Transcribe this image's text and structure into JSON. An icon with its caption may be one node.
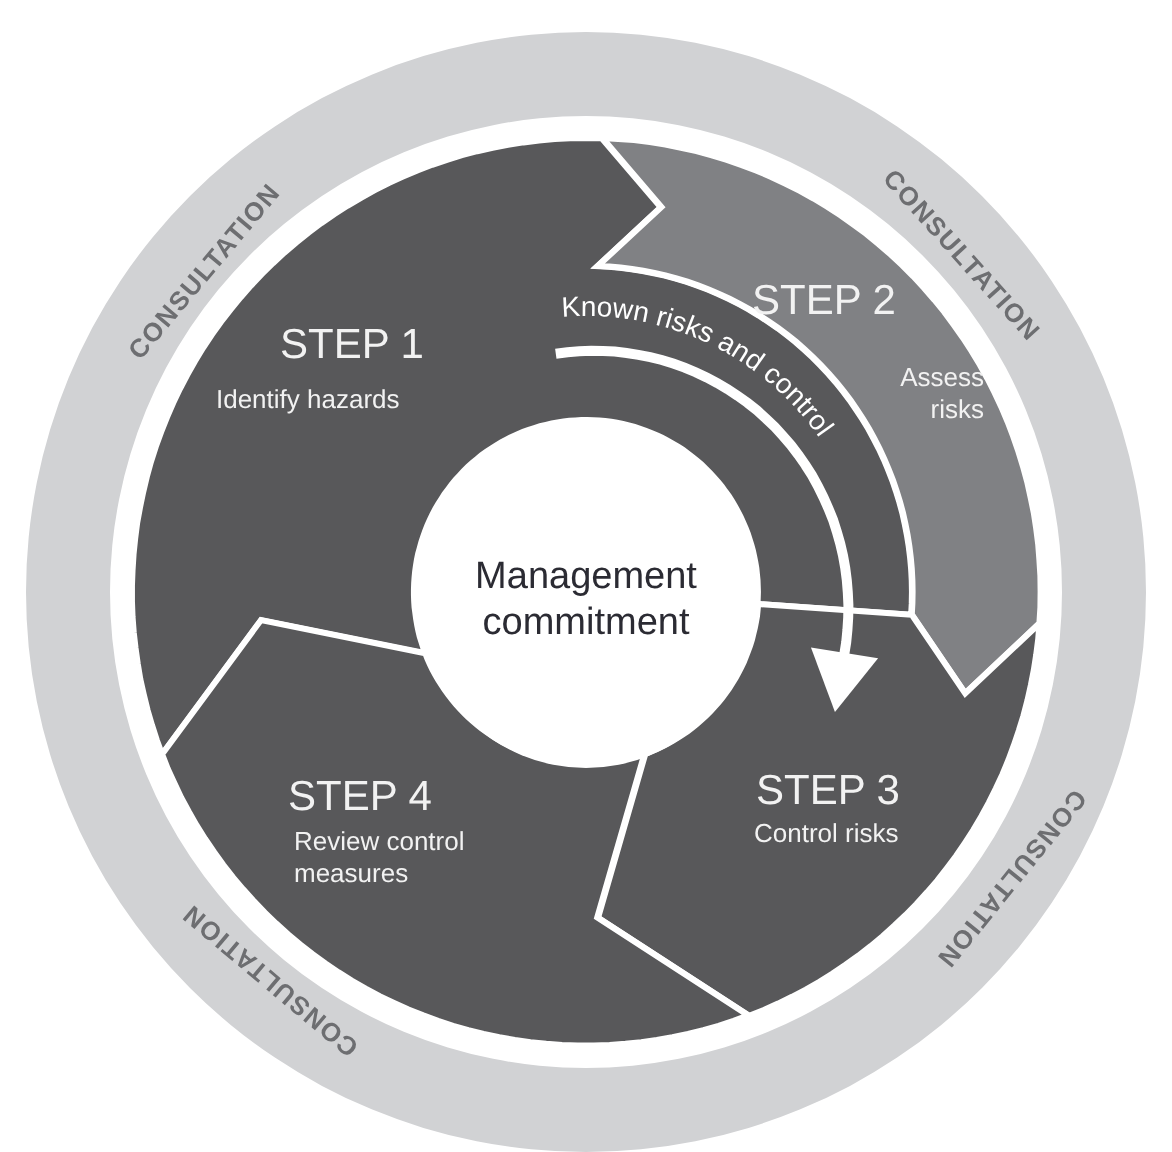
{
  "diagram": {
    "nodes": [
      {
        "text": [
          "CONSULTATION",
          "CONSULTATION",
          "CONSULTATION",
          "CONSULTATION"
        ]
      },
      {
        "text": [
          "STEP 1",
          "Identify hazards"
        ],
        "in": 0
      },
      {
        "text": [
          "STEP 2",
          "Assess risks"
        ],
        "in": 0
      },
      {
        "text": [
          "STEP 3",
          "Control risks"
        ],
        "in": 0
      },
      {
        "text": [
          "STEP 4",
          "Review control measures"
        ],
        "in": 0
      },
      {
        "text": [
          "Management commitment"
        ],
        "in": 0
      }
    ],
    "edges": [
      {
        "from": 1,
        "to": 3,
        "arrow": "to",
        "label": "Known risks and control"
      }
    ]
  }
}
